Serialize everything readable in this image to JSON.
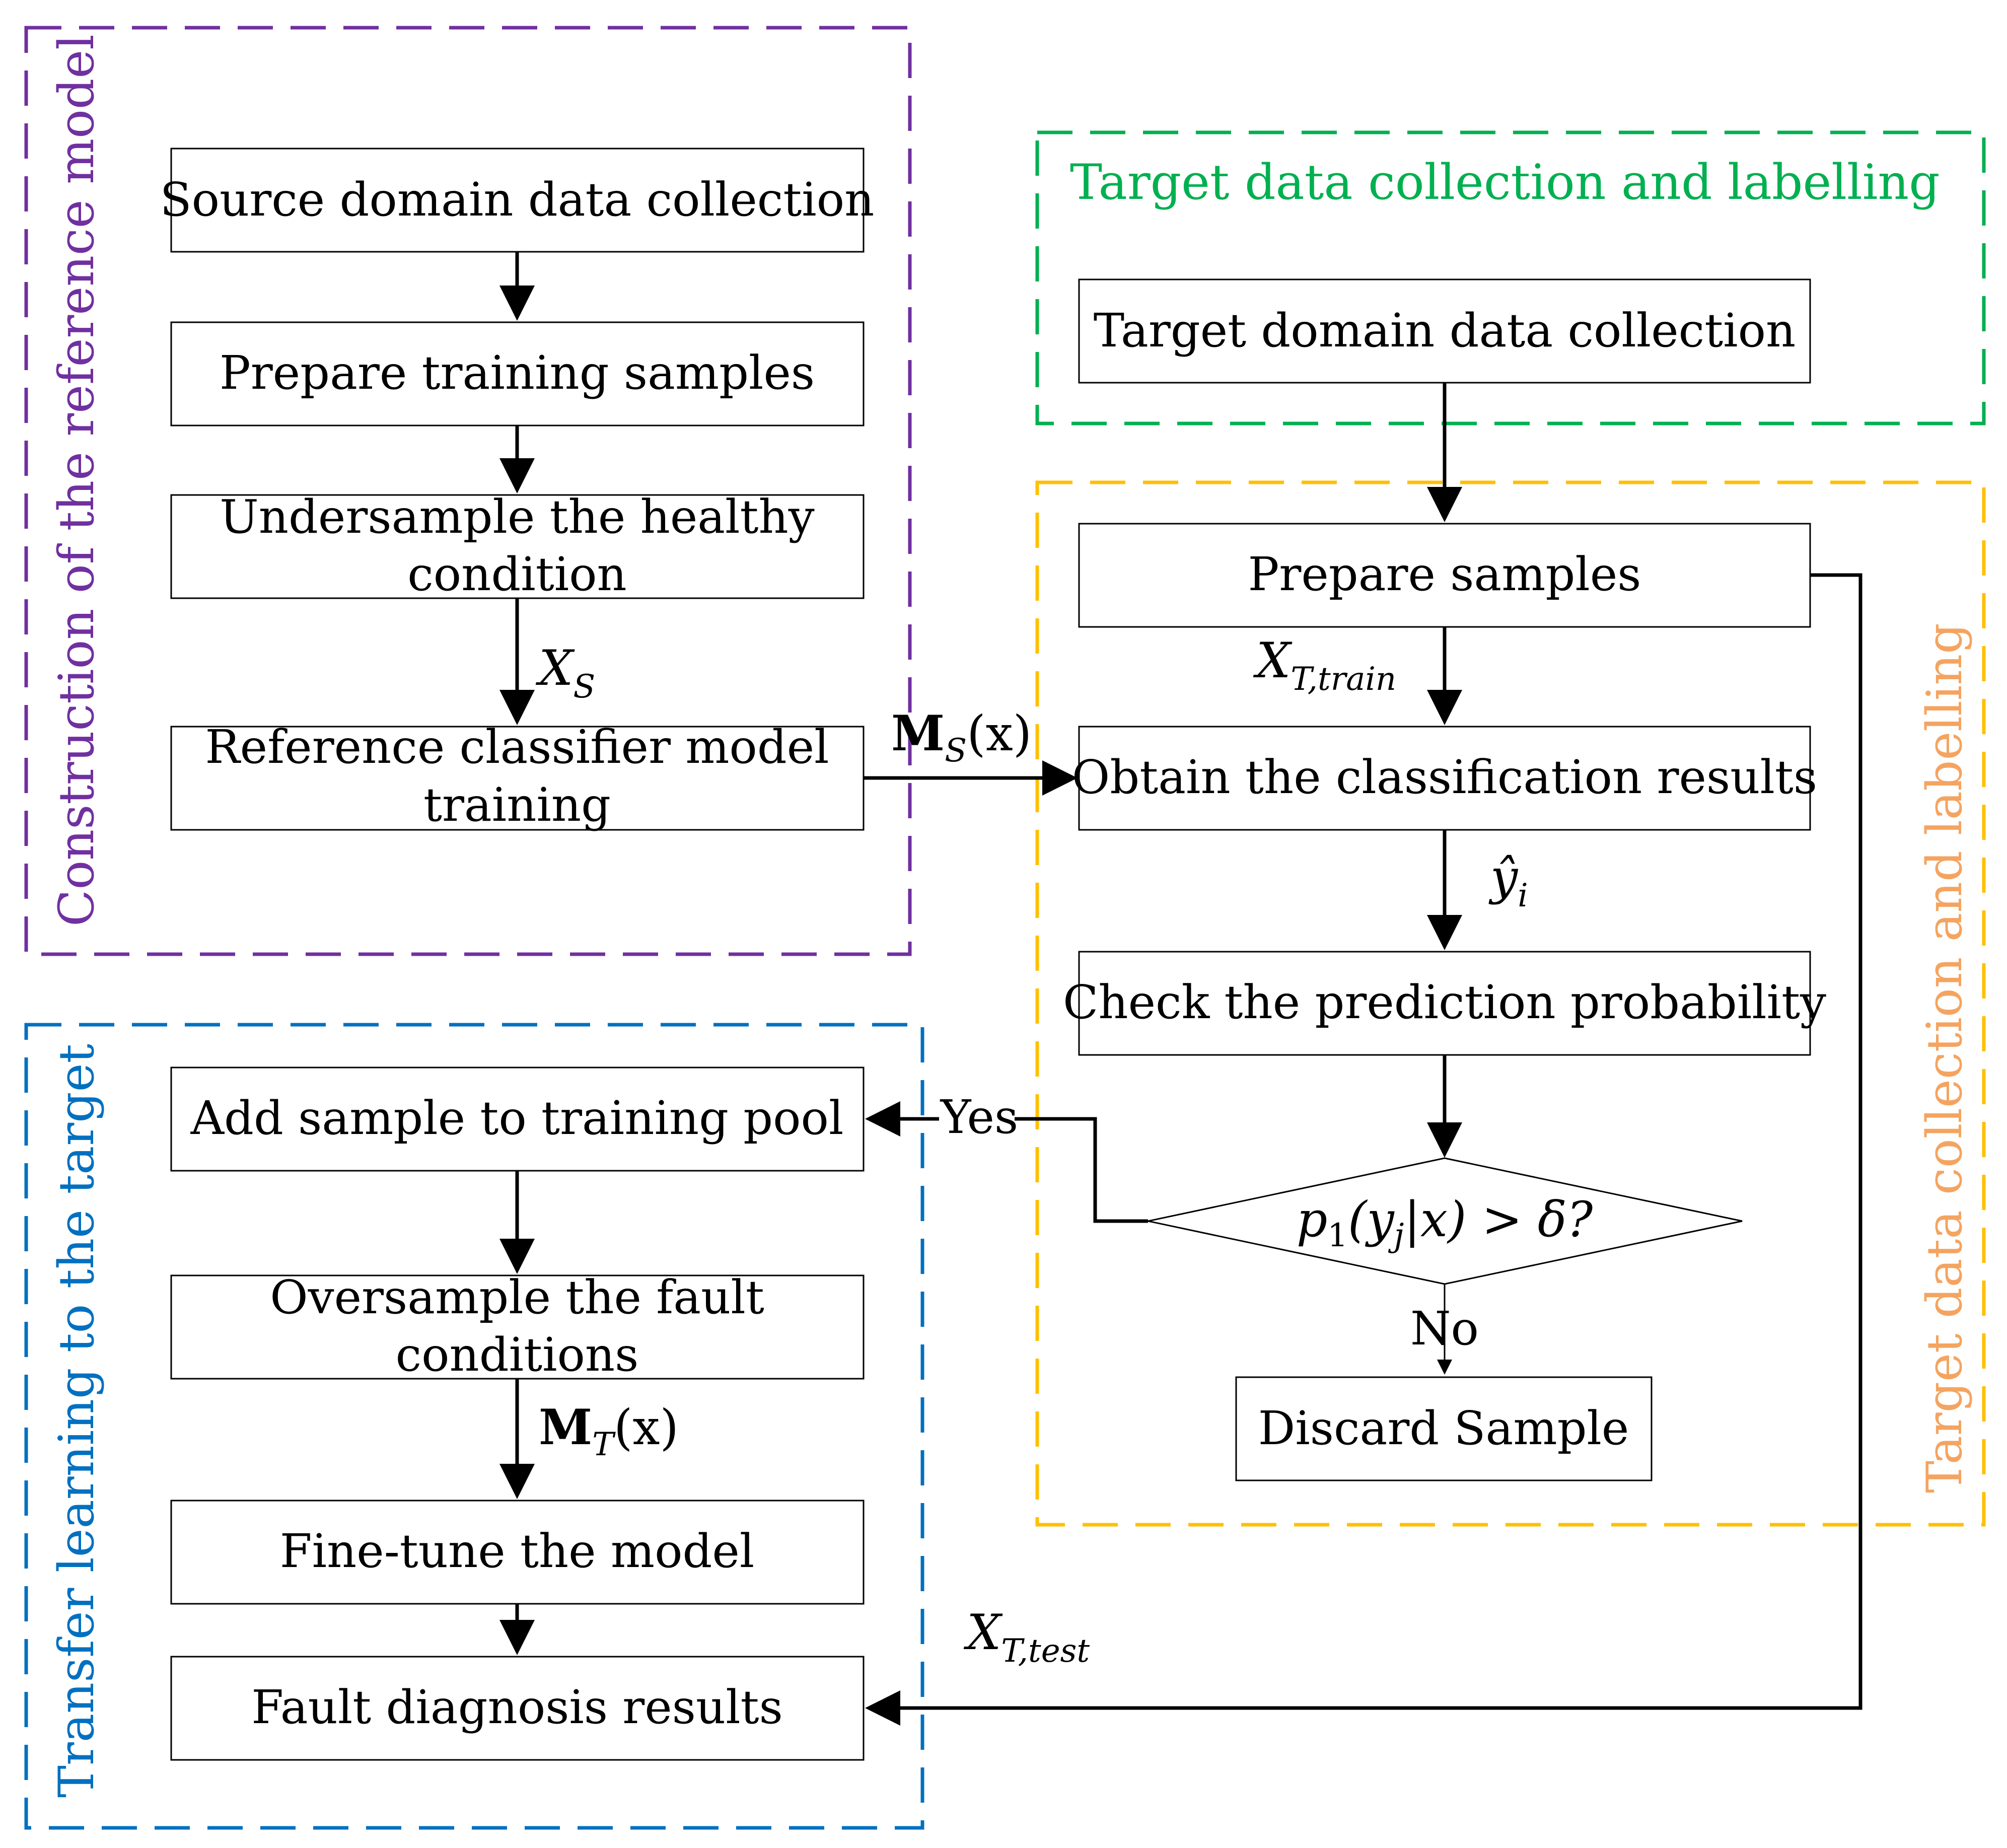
{
  "colors": {
    "reference_group": "#7030a0",
    "target_collection_group": "#00b050",
    "labelling_group": "#ffc000",
    "labelling_text": "#f4a460",
    "transfer_group": "#0070c0"
  },
  "groups": {
    "reference_model": "Construction of the reference model",
    "target_collection": "Target data collection and labelling",
    "labelling": "Target data collection and labelling",
    "transfer": "Transfer learning to the target"
  },
  "left_flow": {
    "source_collection": "Source domain data collection",
    "prepare_training": "Prepare training samples",
    "undersample_line1": "Undersample the healthy",
    "undersample_line2": "condition",
    "reference_training_line1": "Reference classifier model",
    "reference_training_line2": "training"
  },
  "right_flow": {
    "target_collection": "Target domain data collection",
    "prepare_samples": "Prepare samples",
    "obtain_results": "Obtain the classification results",
    "check_probability": "Check the prediction probability",
    "discard": "Discard Sample"
  },
  "transfer_flow": {
    "add_pool": "Add sample to training pool",
    "oversample_line1": "Oversample the fault",
    "oversample_line2": "conditions",
    "fine_tune": "Fine-tune the model",
    "results": "Fault diagnosis results"
  },
  "decision": {
    "condition_p": "p",
    "condition_sub1": "1",
    "condition_open": "(y",
    "condition_subj": "j",
    "condition_rest": "|x) > δ?",
    "yes": "Yes",
    "no": "No"
  },
  "edge_labels": {
    "xs_main": "X",
    "xs_sub": "S",
    "ms_main": "M",
    "ms_sub": "S",
    "ms_arg": "(x)",
    "xtrain_main": "X",
    "xtrain_sub": "T,train",
    "yhat_main": "ŷ",
    "yhat_sub": "i",
    "mt_main": "M",
    "mt_sub": "T",
    "mt_arg": "(x)",
    "xtest_main": "X",
    "xtest_sub": "T,test"
  }
}
